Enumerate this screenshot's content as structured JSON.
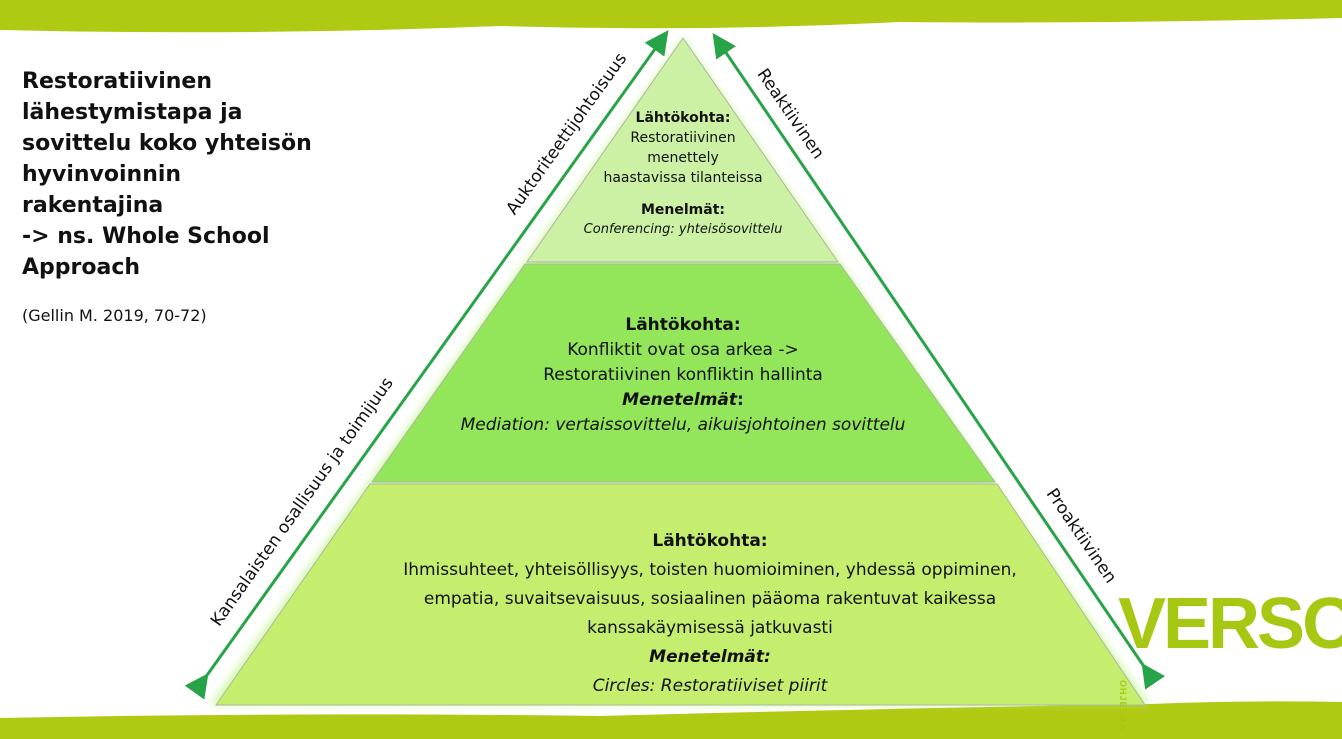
{
  "title": "Restoratiivinen lähestymistapa ja sovittelu koko yhteisön hyvinvoinnin rakentajina -> ns. Whole School Approach",
  "title_lines": [
    "Restoratiivinen",
    "lähestymistapa ja",
    "sovittelu koko yhteisön",
    "hyvinvoinnin",
    "rakentajina",
    "-> ns. Whole School",
    "Approach"
  ],
  "citation": "(Gellin M. 2019, 70-72)",
  "axes": {
    "left_top": "Auktoriteettijohtoisuus",
    "left_bottom": "Kansalaisten osallisuus ja toimijuus",
    "right_top": "Reaktiivinen",
    "right_bottom": "Proaktiivinen"
  },
  "tiers": [
    {
      "heading": "Lähtökohta:",
      "lines": [
        "Restoratiivinen",
        "menettely",
        "haastavissa tilanteissa"
      ],
      "methods_label": "Menelmät:",
      "methods": "Conferencing: yhteisösovittelu"
    },
    {
      "heading": "Lähtökohta:",
      "lines": [
        "Konfliktit ovat osa arkea ->",
        "Restoratiivinen konfliktin hallinta"
      ],
      "methods_label": "Menetelmät",
      "methods": "Mediation: vertaissovittelu, aikuisjohtoinen sovittelu"
    },
    {
      "heading": "Lähtökohta:",
      "lines": [
        "Ihmissuhteet, yhteisöllisyys, toisten huomioiminen, yhdessä oppiminen,",
        "empatia, suvaitsevaisuus, sosiaalinen pääoma rakentuvat kaikessa",
        "kanssakäymisessä jatkuvasti"
      ],
      "methods_label": "Menetelmät:",
      "methods": "Circles: Restoratiiviset piirit"
    }
  ],
  "logo": {
    "text": "VERSO",
    "sub": "OHJELMA"
  },
  "colors": {
    "band": "#b0c912",
    "tier_top": "#cdf1a4",
    "tier_mid": "#93e65a",
    "tier_bottom": "#c6ee6e",
    "arrow": "#27a448"
  }
}
